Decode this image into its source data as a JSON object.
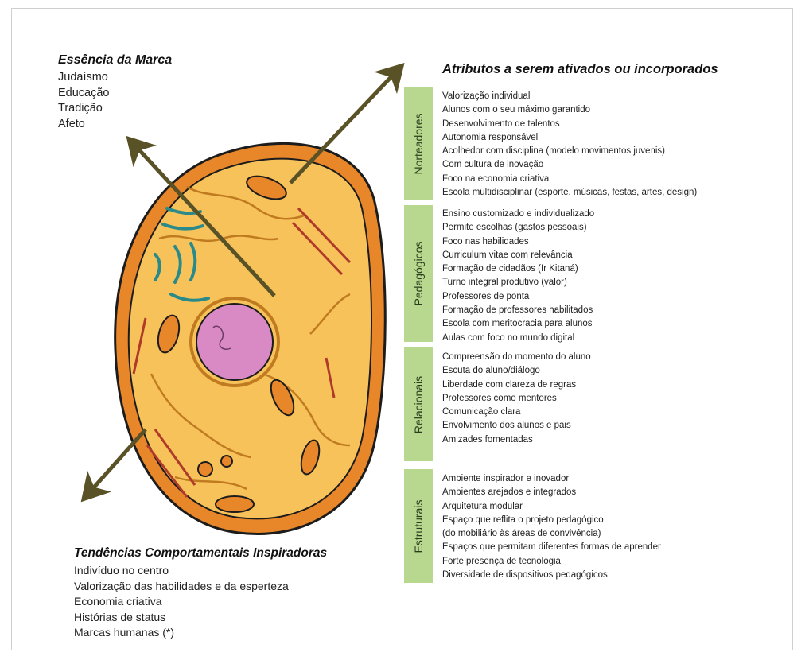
{
  "brand_essence": {
    "title": "Essência da Marca",
    "items": [
      "Judaísmo",
      "Educação",
      "Tradição",
      "Afeto"
    ]
  },
  "attributes": {
    "title": "Atributos a serem ativados ou incorporados",
    "groups": [
      {
        "label": "Norteadores",
        "items": [
          "Valorização individual",
          "Alunos com o seu máximo garantido",
          "Desenvolvimento de talentos",
          "Autonomia responsável",
          "Acolhedor com disciplina (modelo movimentos juvenis)",
          "Com cultura de inovação",
          "Foco na economia criativa",
          "Escola multidisciplinar (esporte, músicas, festas, artes, design)"
        ]
      },
      {
        "label": "Pedagógicos",
        "items": [
          "Ensino customizado e individualizado",
          "Permite escolhas (gastos pessoais)",
          "Foco nas habilidades",
          "Curriculum vitae com relevância",
          "Formação de cidadãos (Ir Kitaná)",
          "Turno integral produtivo (valor)",
          "Professores de ponta",
          "Formação de professores habilitados",
          "Escola com meritocracia para alunos",
          "Aulas com foco no mundo digital"
        ]
      },
      {
        "label": "Relacionais",
        "items": [
          "Compreensão do momento do aluno",
          "Escuta do aluno/diálogo",
          "Liberdade com clareza de regras",
          "Professores como mentores",
          "Comunicação clara",
          "Envolvimento dos alunos e pais",
          "Amizades fomentadas"
        ]
      },
      {
        "label": "Estruturais",
        "items": [
          "Ambiente inspirador e inovador",
          "Ambientes arejados e integrados",
          "Arquitetura modular",
          "Espaço que reflita o projeto pedagógico",
          "(do mobiliário às áreas de convivência)",
          "Espaços que permitam diferentes formas de aprender",
          "Forte presença de tecnologia",
          "Diversidade de dispositivos pedagógicos"
        ]
      }
    ]
  },
  "trends": {
    "title": "Tendências Comportamentais Inspiradoras",
    "items": [
      "Indivíduo no centro",
      "Valorização das habilidades e da esperteza",
      "Economia criativa",
      "Histórias de status",
      "Marcas humanas (*)"
    ]
  },
  "colors": {
    "cell_membrane": "#e8862a",
    "cytoplasm": "#f7c25a",
    "nucleus": "#d98ac4",
    "category_box": "#b8d88f",
    "arrow": "#5a5227"
  }
}
